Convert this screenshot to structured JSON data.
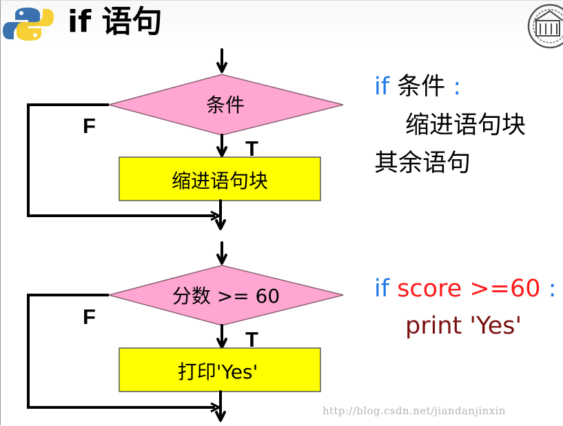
{
  "title": "if 语句",
  "logo_icon": "python-logo-icon",
  "seal_icon": "university-seal-icon",
  "flowchart_generic": {
    "condition": "条件",
    "true_label": "T",
    "false_label": "F",
    "block": "缩进语句块"
  },
  "flowchart_example": {
    "condition": "分数 >= 60",
    "true_label": "T",
    "false_label": "F",
    "block": "打印'Yes'"
  },
  "code_generic": {
    "keyword": "if",
    "condition": "条件",
    "colon": ":",
    "body": "缩进语句块",
    "rest": "其余语句"
  },
  "code_example": {
    "keyword": "if",
    "condition": "score >=60",
    "colon": ":",
    "body": "print 'Yes'"
  },
  "watermark": "http://blog.csdn.net/jiandanjinxin",
  "colors": {
    "diamond_fill": "#ffa6d2",
    "block_fill": "#ffff00",
    "keyword": "#1e78e6",
    "condition_red": "#ff1a1a",
    "print_maroon": "#7a1010"
  }
}
